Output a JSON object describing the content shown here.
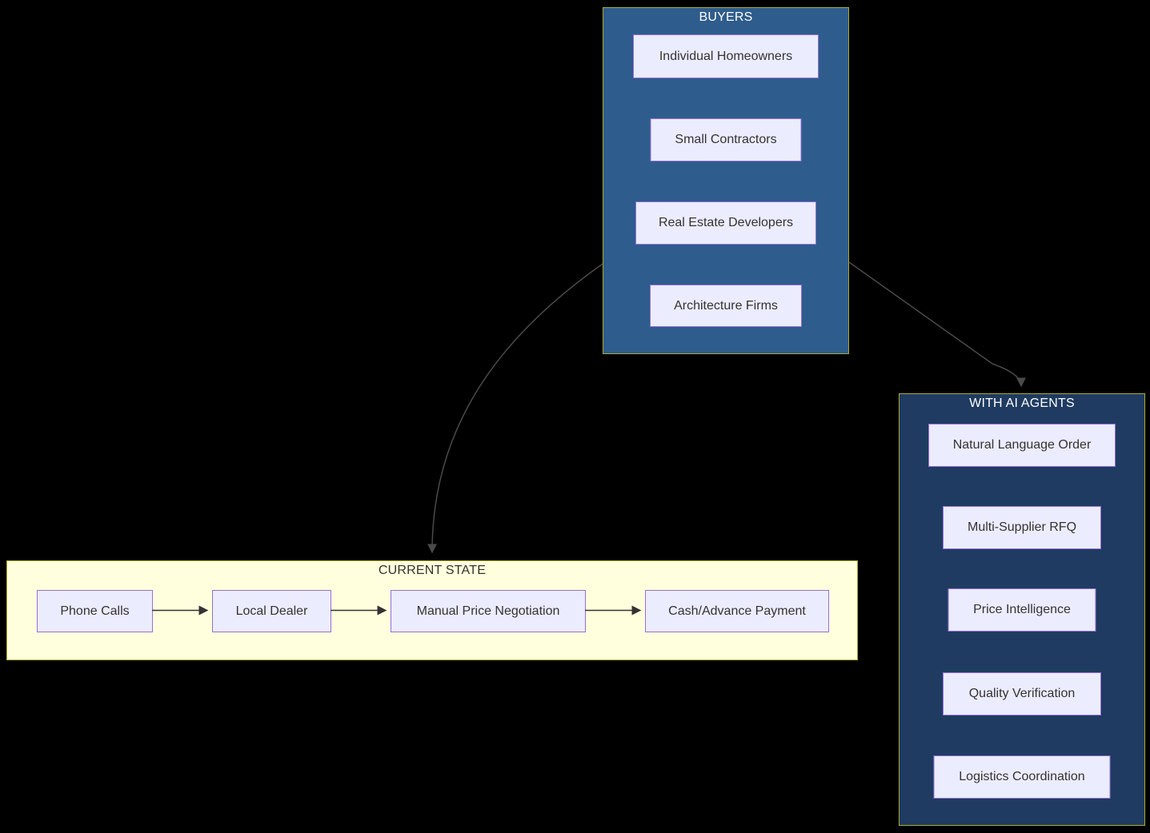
{
  "diagram": {
    "type": "flowchart",
    "background": "#000000",
    "clusters": {
      "buyers": {
        "title": "BUYERS",
        "fill": "#2E5C8C",
        "border": "#AAAA33",
        "title_color": "#FFFFFF",
        "nodes": [
          {
            "label": "Individual Homeowners"
          },
          {
            "label": "Small Contractors"
          },
          {
            "label": "Real Estate Developers"
          },
          {
            "label": "Architecture Firms"
          }
        ]
      },
      "current_state": {
        "title": "CURRENT STATE",
        "fill": "#FFFFDE",
        "border": "#AAAA33",
        "title_color": "#333333",
        "nodes": [
          {
            "label": "Phone Calls"
          },
          {
            "label": "Local Dealer"
          },
          {
            "label": "Manual Price Negotiation"
          },
          {
            "label": "Cash/Advance Payment"
          }
        ]
      },
      "ai_agents": {
        "title": "WITH AI AGENTS",
        "fill": "#1F3B61",
        "border": "#AAAA33",
        "title_color": "#FFFFFF",
        "nodes": [
          {
            "label": "Natural Language Order"
          },
          {
            "label": "Multi-Supplier RFQ"
          },
          {
            "label": "Price Intelligence"
          },
          {
            "label": "Quality Verification"
          },
          {
            "label": "Logistics Coordination"
          }
        ]
      }
    },
    "node_style": {
      "fill": "#ECECFF",
      "border": "#9370DB",
      "text": "#333333"
    },
    "edge_color": "#4A4A4A",
    "edges": [
      {
        "from": "BUYERS",
        "to": "CURRENT STATE"
      },
      {
        "from": "BUYERS",
        "to": "WITH AI AGENTS"
      },
      {
        "from": "Phone Calls",
        "to": "Local Dealer"
      },
      {
        "from": "Local Dealer",
        "to": "Manual Price Negotiation"
      },
      {
        "from": "Manual Price Negotiation",
        "to": "Cash/Advance Payment"
      }
    ]
  }
}
